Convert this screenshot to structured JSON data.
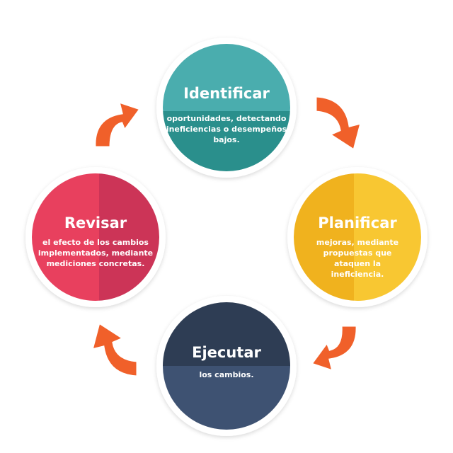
{
  "steps": [
    {
      "title": "Identificar",
      "description": "oportunidades, detectando ineficiencias o desempeños bajos."
    },
    {
      "title": "Planificar",
      "description": "mejoras, mediante propuestas que ataquen la ineficiencia."
    },
    {
      "title": "Ejecutar",
      "description": "los cambios."
    },
    {
      "title": "Revisar",
      "description": "el efecto de los cambios implementados, mediante mediciones concretas."
    }
  ],
  "colors": {
    "identificar_top": "#4aadae",
    "identificar_bottom": "#2a8f8c",
    "planificar_left": "#f0b21e",
    "planificar_right": "#f8c732",
    "ejecutar_top": "#2e3d54",
    "ejecutar_bottom": "#3e5272",
    "revisar_left": "#e8405e",
    "revisar_right": "#cc3457",
    "arrow": "#f0602a"
  }
}
